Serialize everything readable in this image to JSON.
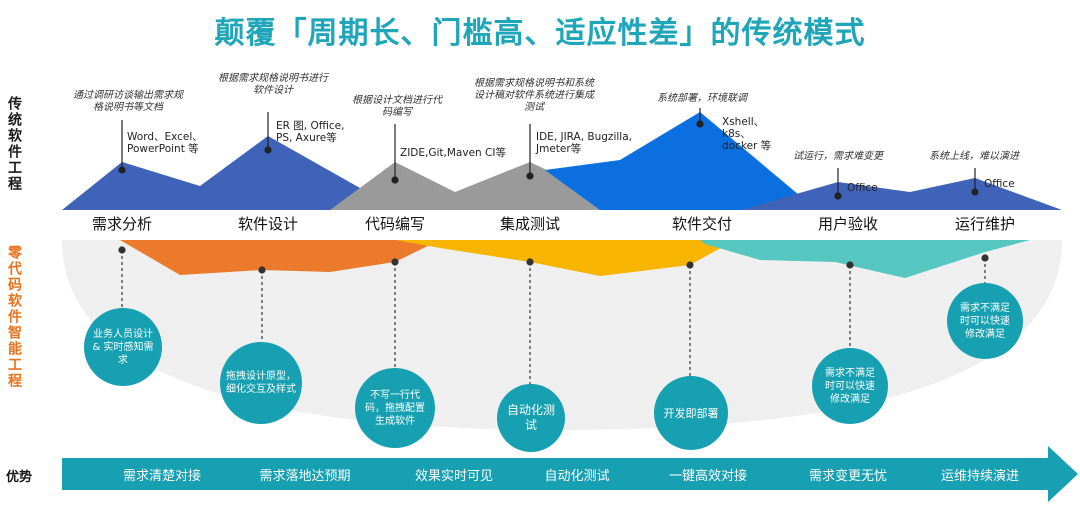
{
  "title": "颠覆「周期长、门槛高、适应性差」的传统模式",
  "row_labels": {
    "traditional": "传统软件工程",
    "zerocode": "零代码软件智能工程",
    "advantage": "优势"
  },
  "stages": [
    "需求分析",
    "软件设计",
    "代码编写",
    "集成测试",
    "软件交付",
    "用户验收",
    "运行维护"
  ],
  "traditional_notes": [
    "通过调研访谈输出需求规格说明书等文档",
    "根据需求规格说明书进行软件设计",
    "根据设计文档进行代码编写",
    "根据需求规格说明书和系统设计稿对软件系统进行集成测试",
    "系统部署，环境联调",
    "试运行，需求难变更",
    "系统上线，难以演进"
  ],
  "traditional_tools": [
    "Word、Excel、PowerPoint 等",
    "ER 图, Office, PS, Axure等",
    "ZIDE,Git,Maven CI等",
    "IDE, JIRA, Bugzilla, Jmeter等",
    "Xshell、k8s、docker 等",
    "Office",
    "Office"
  ],
  "zerocode_features": [
    "业务人员设计 & 实时感知需求",
    "拖拽设计原型，细化交互及样式",
    "不写一行代码，拖拽配置生成软件",
    "自动化测试",
    "开发即部署",
    "需求不满足时可以快速修改满足",
    "需求不满足时可以快速修改满足"
  ],
  "advantages": [
    "需求清楚对接",
    "需求落地达预期",
    "效果实时可见",
    "自动化测试",
    "一键高效对接",
    "需求变更无忧",
    "运维持续演进"
  ],
  "colors": {
    "title": "#1fa6b8",
    "trad_label": "#1a1a1a",
    "zero_label": "#e8731f",
    "circle": "#16a0b2",
    "arrow": "#16a0b2"
  }
}
